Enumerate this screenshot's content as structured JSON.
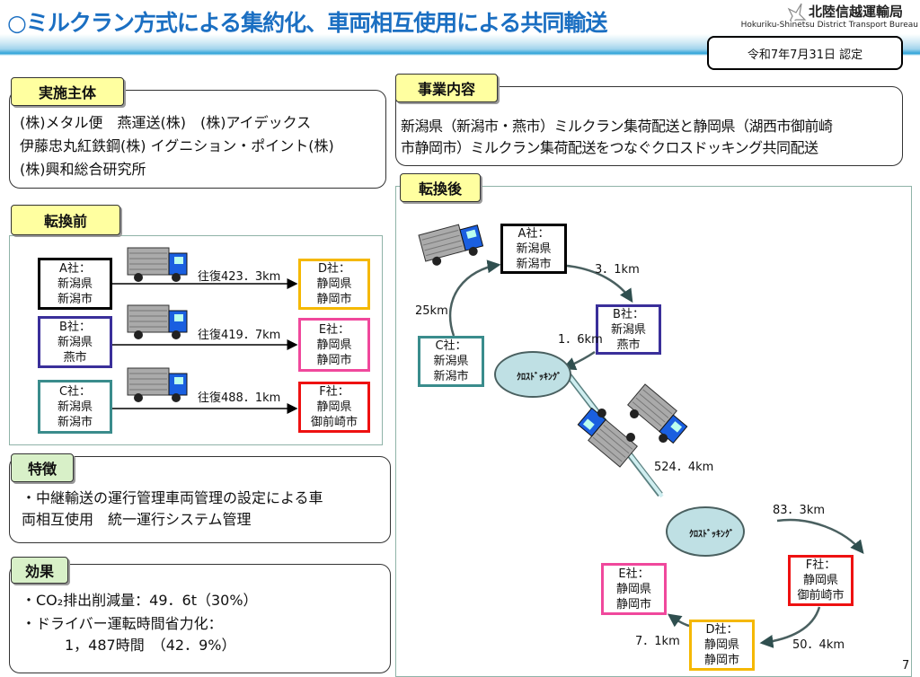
{
  "header": {
    "title": "○ミルクラン方式による集約化、車両相互使用による共同輸送",
    "org_name": "北陸信越運輸局",
    "org_name_en": "Hokuriku-Shinetsu District Transport Bureau",
    "date_badge": "令和7年7月31日 認定",
    "accent_color": "#1b6fc2"
  },
  "implementers": {
    "label": "実施主体",
    "lines": [
      "(株)メタル便　燕運送(株)　(株)アイデックス",
      "伊藤忠丸紅鉄鋼(株) イグニション・ポイント(株)",
      "(株)興和総合研究所"
    ]
  },
  "business": {
    "label": "事業内容",
    "lines": [
      "新潟県（新潟市・燕市）ミルクラン集荷配送と静岡県（湖西市御前崎",
      "市静岡市）ミルクラン集荷配送をつなぐクロスドッキング共同配送"
    ]
  },
  "before": {
    "label": "転換前",
    "routes": [
      {
        "from": [
          "A社：",
          "新潟県",
          "新潟市"
        ],
        "from_color": "#000000",
        "distance": "往復423．3km",
        "to": [
          "D社：",
          "静岡県",
          "静岡市"
        ],
        "to_color": "#f5b800"
      },
      {
        "from": [
          "B社：",
          "新潟県",
          "燕市"
        ],
        "from_color": "#3a2f9a",
        "distance": "往復419．7km",
        "to": [
          "E社：",
          "静岡県",
          "静岡市"
        ],
        "to_color": "#f0489c"
      },
      {
        "from": [
          "C社：",
          "新潟県",
          "新潟市"
        ],
        "from_color": "#3a8c8c",
        "distance": "往復488．1km",
        "to": [
          "F社：",
          "静岡県",
          "御前崎市"
        ],
        "to_color": "#ee1111"
      }
    ]
  },
  "after": {
    "label": "転換後",
    "companies": {
      "a": {
        "lines": [
          "A社：",
          "新潟県",
          "新潟市"
        ],
        "color": "#000000"
      },
      "b": {
        "lines": [
          "B社：",
          "新潟県",
          "燕市"
        ],
        "color": "#3a2f9a"
      },
      "c": {
        "lines": [
          "C社：",
          "新潟県",
          "新潟市"
        ],
        "color": "#3a8c8c"
      },
      "d": {
        "lines": [
          "D社：",
          "静岡県",
          "静岡市"
        ],
        "color": "#f5b800"
      },
      "e": {
        "lines": [
          "E社：",
          "静岡県",
          "静岡市"
        ],
        "color": "#f0489c"
      },
      "f": {
        "lines": [
          "F社：",
          "静岡県",
          "御前崎市"
        ],
        "color": "#ee1111"
      }
    },
    "crossdock_label": "ｸﾛｽﾄﾞｯｷﾝｸﾞ",
    "distances": {
      "a_b": "3．1km",
      "c_a": "25km",
      "b_cd": "1．6km",
      "trunk": "524．4km",
      "cd_f": "83．3km",
      "f_d": "50．4km",
      "d_e": "7．1km"
    }
  },
  "features": {
    "label": "特徴",
    "lines": [
      "・中継輸送の運行管理車両管理の設定による車",
      "両相互使用　統一運行システム管理"
    ]
  },
  "effects": {
    "label": "効果",
    "lines": [
      "・CO₂排出削減量：49．6t（30%）",
      "・ドライバー運転時間省力化：",
      "　　　1，487時間　（42．9%）"
    ]
  },
  "page_number": "7"
}
